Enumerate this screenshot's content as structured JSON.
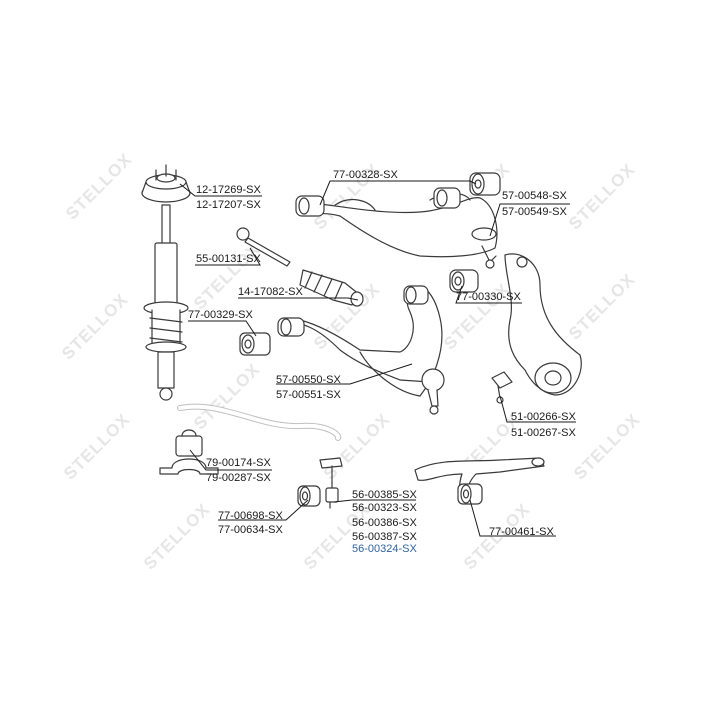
{
  "watermark": {
    "text": "STELLOX"
  },
  "colors": {
    "line": "#1a1a1a",
    "part_fill": "#ffffff",
    "part_stroke": "#3a3a3a",
    "highlight": "#2e63a8",
    "watermark": "#e6e6e6"
  },
  "labels": {
    "top_mount_a": "12-17269-SX",
    "top_mount_b": "12-17207-SX",
    "tie_rod": "55-00131-SX",
    "boot": "14-17082-SX",
    "bushing_lower_arm": "77-00329-SX",
    "upper_arm_bushing": "77-00328-SX",
    "upper_arm_a": "57-00548-SX",
    "upper_arm_b": "57-00549-SX",
    "bushing_upper_rear": "77-00330-SX",
    "lower_arm_a": "57-00550-SX",
    "lower_arm_b": "57-00551-SX",
    "ball_joint_a": "51-00266-SX",
    "ball_joint_b": "51-00267-SX",
    "stab_bushing_a": "79-00174-SX",
    "stab_bushing_b": "79-00287-SX",
    "bushing_small_a": "77-00698-SX",
    "bushing_small_b": "77-00634-SX",
    "link_1": "56-00385-SX",
    "link_2": "56-00323-SX",
    "link_3": "56-00386-SX",
    "link_4": "56-00387-SX",
    "link_5": "56-00324-SX",
    "rear_arm_bushing": "77-00461-SX"
  }
}
